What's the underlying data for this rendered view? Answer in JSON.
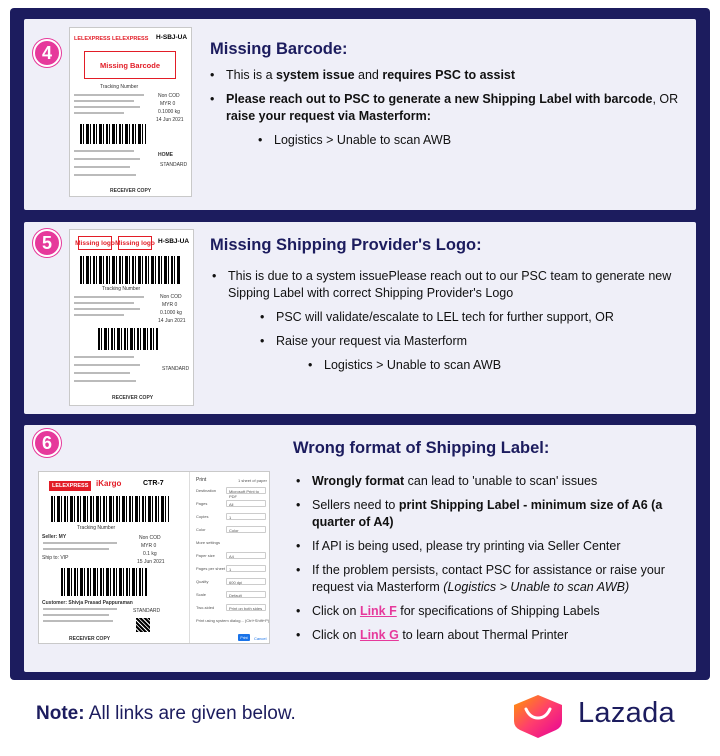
{
  "sections": [
    {
      "number": "4",
      "title": "Missing Barcode:",
      "label_image": {
        "top_left": "H-SBJ-UA",
        "brand": "LELEXPRESS",
        "callout": "Missing Barcode",
        "tracking": "Tracking Number",
        "box_a": "Non COD",
        "box_b": "MYR 0",
        "box_c": "0.1000 kg",
        "box_d": "14 Jun 2021",
        "home": "HOME",
        "standard": "STANDARD",
        "footer": "RECEIVER COPY"
      },
      "bullets": {
        "b1_pre": "This is a ",
        "b1_bold1": "system issue",
        "b1_mid": " and ",
        "b1_bold2": "requires PSC to assist",
        "b2_bold": "Please reach out to PSC to generate a new Shipping Label with barcode",
        "b2_mid": ", OR",
        "b2_bold2": "raise your request via Masterform:",
        "b3": "Logistics > Unable to scan AWB"
      }
    },
    {
      "number": "5",
      "title": "Missing Shipping Provider's Logo:",
      "label_image": {
        "top_left": "H-SBJ-UA",
        "callout_a": "Missing logo",
        "callout_b": "Missing logo",
        "tracking": "Tracking Number",
        "box_a": "Non COD",
        "box_b": "MYR 0",
        "box_c": "0.1000 kg",
        "box_d": "14 Jun 2021",
        "standard": "STANDARD",
        "footer": "RECEIVER COPY"
      },
      "bullets": {
        "b1": "This is due to a  system issuePlease reach out to our PSC team to generate new Sipping Label with correct Shipping Provider's Logo",
        "b2": "PSC will validate/escalate to LEL tech for further support, OR",
        "b3": "Raise your request via Masterform",
        "b4": "Logistics > Unable to scan AWB"
      }
    },
    {
      "number": "6",
      "title": "Wrong format of Shipping Label:",
      "label_image": {
        "brand_a": "LELEXPRESS",
        "brand_b": "iKargo",
        "code": "CTR-7",
        "tracking": "Tracking Number",
        "box_a": "Non COD",
        "box_b": "MYR 0",
        "box_c": "0.1 kg",
        "box_d": "15 Jun 2021",
        "seller": "Seller: MY",
        "ship_to": "Ship to: VIP",
        "customer": "Customer: Shivja Prasad Pappuraman",
        "standard": "STANDARD",
        "footer": "RECEIVER COPY",
        "print_title": "Print",
        "print_sheets": "1 sheet of paper",
        "print_rows": [
          "Destination",
          "Pages",
          "Copies",
          "Color",
          "More settings",
          "Paper size",
          "Pages per sheet",
          "Quality",
          "Scale",
          "Two-sided",
          "Print using system dialog... (Ctrl+Shift+P)"
        ],
        "print_values": [
          "Microsoft Print to PDF",
          "All",
          "1",
          "Color",
          "",
          "A4",
          "1",
          "600 dpi",
          "Default",
          "Print on both sides",
          ""
        ],
        "print_btn": "Print",
        "cancel_btn": "Cancel"
      },
      "bullets": {
        "b1_bold": "Wrongly format",
        "b1_rest": " can  lead to 'unable to scan' issues",
        "b2_pre": "Sellers need to ",
        "b2_bold": "print Shipping Label - minimum size of A6 (a quarter of A4)",
        "b3": "If API is being used, please try printing via Seller Center",
        "b4_pre": "If the problem persists, contact PSC for assistance or raise your request via Masterform ",
        "b4_ital": "(Logistics > Unable to scan AWB)",
        "b5_pre": "Click on ",
        "b5_link": "Link F",
        "b5_post": " for specifications of Shipping Labels",
        "b6_pre": "Click on ",
        "b6_link": "Link G",
        "b6_post": " to learn about Thermal Printer"
      }
    }
  ],
  "footer": {
    "note_bold": "Note:",
    "note_text": " All links are given below.",
    "brand": "Lazada"
  },
  "colors": {
    "navy": "#1c1c5e",
    "panel": "#efeff8",
    "accent_pink": "#e6399b",
    "callout_red": "#e21d27"
  }
}
